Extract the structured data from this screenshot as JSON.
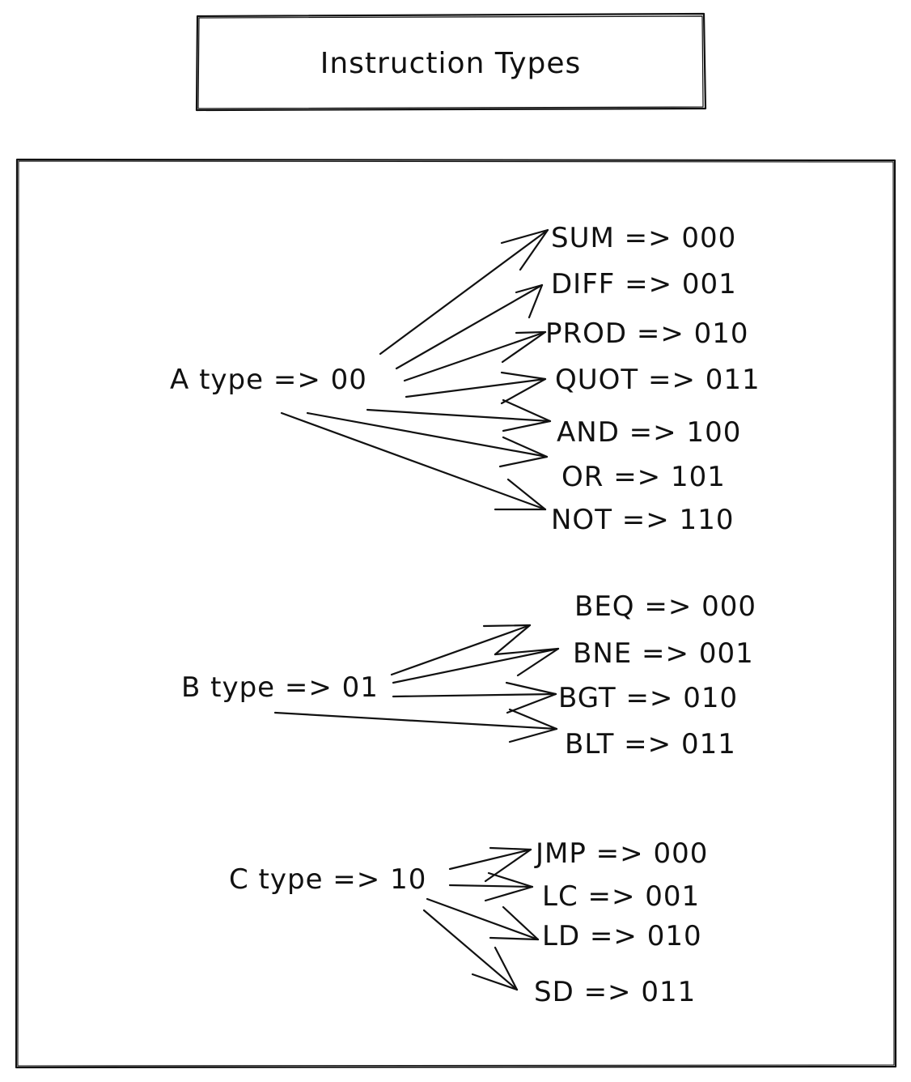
{
  "title": "Instruction Types",
  "groups": [
    {
      "id": "a",
      "label": "A type => 00",
      "ops": [
        "SUM => 000",
        "DIFF => 001",
        "PROD => 010",
        "QUOT => 011",
        "AND => 100",
        "OR => 101",
        "NOT => 110"
      ]
    },
    {
      "id": "b",
      "label": "B type => 01",
      "ops": [
        "BEQ => 000",
        "BNE => 001",
        "BGT => 010",
        "BLT => 011"
      ]
    },
    {
      "id": "c",
      "label": "C type => 10",
      "ops": [
        "JMP => 000",
        "LC => 001",
        "LD => 010",
        "SD => 011"
      ]
    }
  ]
}
